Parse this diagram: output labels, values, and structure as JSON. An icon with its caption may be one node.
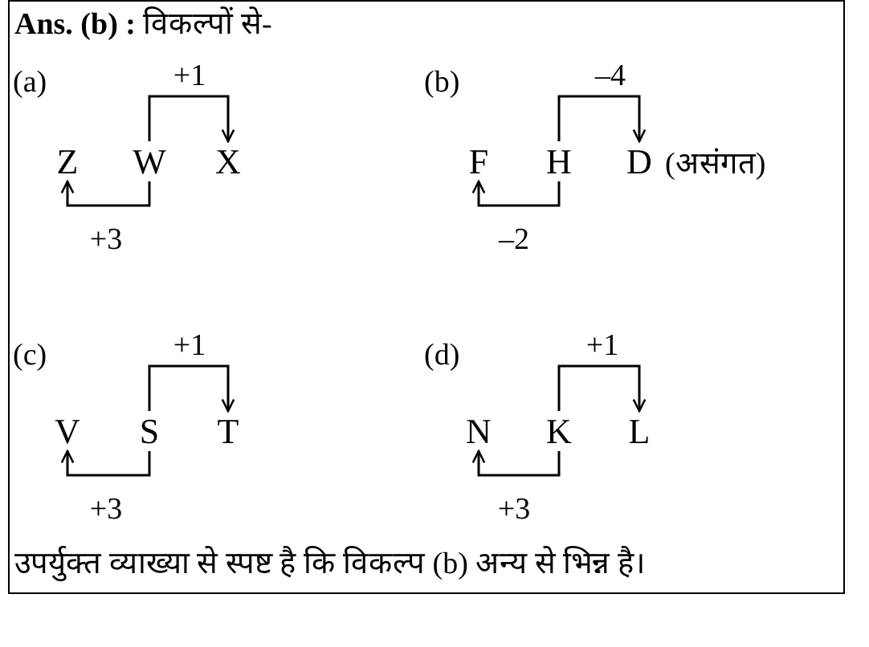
{
  "diagram": {
    "title": "**Ans. (b) :** विकल्पों से-",
    "nodes": [
      {
        "text": [
          "Z"
        ]
      },
      {
        "text": [
          "W"
        ]
      },
      {
        "text": [
          "X"
        ]
      },
      {
        "text": [
          "F"
        ]
      },
      {
        "text": [
          "H"
        ]
      },
      {
        "text": [
          "D"
        ],
        "beside": [
          "(असंगत)"
        ]
      },
      {
        "text": [
          "V"
        ]
      },
      {
        "text": [
          "S"
        ]
      },
      {
        "text": [
          "T"
        ]
      },
      {
        "text": [
          "N"
        ]
      },
      {
        "text": [
          "K"
        ]
      },
      {
        "text": [
          "L"
        ]
      }
    ],
    "edges": [
      {
        "from": 1,
        "to": 2,
        "arrow": "to",
        "label": "+1"
      },
      {
        "from": 1,
        "to": 0,
        "arrow": "to",
        "label": "+3"
      },
      {
        "from": 4,
        "to": 5,
        "arrow": "to",
        "label": "–4"
      },
      {
        "from": 4,
        "to": 3,
        "arrow": "to",
        "label": "–2"
      },
      {
        "from": 7,
        "to": 8,
        "arrow": "to",
        "label": "+1"
      },
      {
        "from": 7,
        "to": 6,
        "arrow": "to",
        "label": "+3"
      },
      {
        "from": 10,
        "to": 11,
        "arrow": "to",
        "label": "+1"
      },
      {
        "from": 10,
        "to": 9,
        "arrow": "to",
        "label": "+3"
      }
    ],
    "labels": [
      "(a)",
      "(b)",
      "(c)",
      "(d)",
      "उपर्युक्त व्याख्या से स्पष्ट है कि विकल्प (b) अन्य से भिन्न है।"
    ]
  }
}
